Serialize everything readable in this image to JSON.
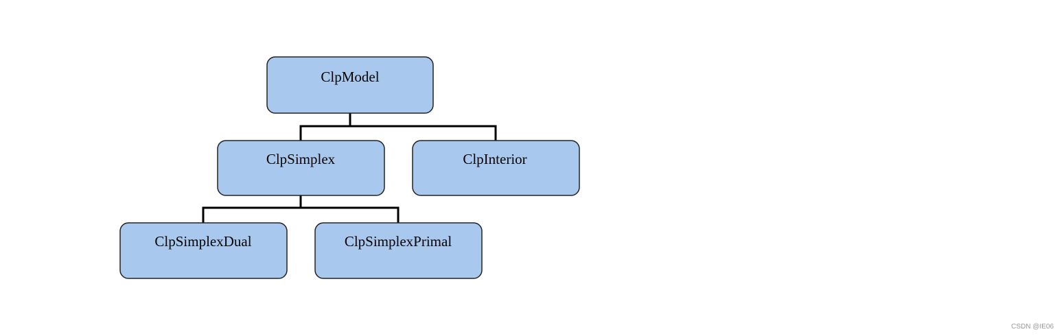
{
  "diagram": {
    "nodes": [
      {
        "id": "ClpModel",
        "label": "ClpModel"
      },
      {
        "id": "ClpSimplex",
        "label": "ClpSimplex"
      },
      {
        "id": "ClpInterior",
        "label": "ClpInterior"
      },
      {
        "id": "ClpSimplexDual",
        "label": "ClpSimplexDual"
      },
      {
        "id": "ClpSimplexPrimal",
        "label": "ClpSimplexPrimal"
      }
    ],
    "edges": [
      {
        "from": "ClpModel",
        "to": "ClpSimplex"
      },
      {
        "from": "ClpModel",
        "to": "ClpInterior"
      },
      {
        "from": "ClpSimplex",
        "to": "ClpSimplexDual"
      },
      {
        "from": "ClpSimplex",
        "to": "ClpSimplexPrimal"
      }
    ],
    "colors": {
      "node_fill": "#a8c8ed",
      "node_border": "#222222",
      "connector": "#000000"
    }
  },
  "watermark": "CSDN @IE06"
}
